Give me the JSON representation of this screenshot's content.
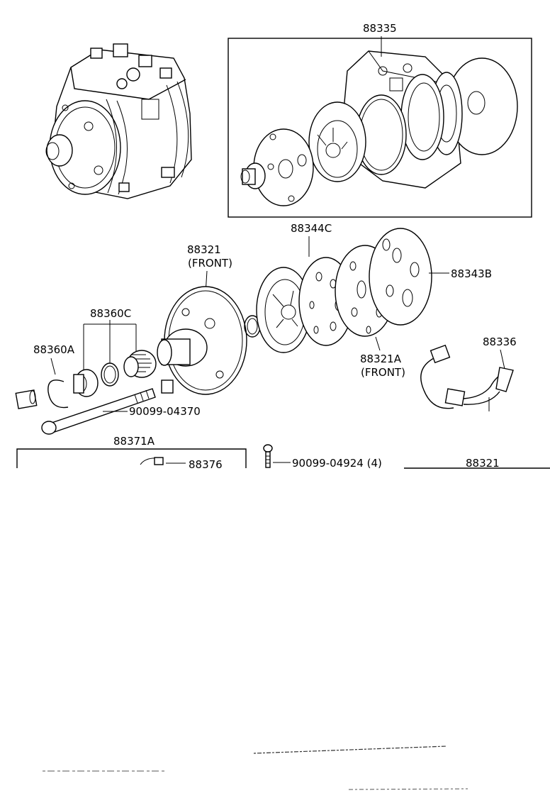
{
  "labels": {
    "top_assembly": "88335",
    "front_housing": "88321",
    "front_housing_note": "(FRONT)",
    "gasket_c": "88344C",
    "valve_plate_b": "88343B",
    "seal_kit_c": "88360C",
    "seal_kit_a": "88360A",
    "valve_plate_front": "88321A",
    "valve_plate_front_note": "(FRONT)",
    "thermo_switch": "88336",
    "through_bolt": "90099-04370",
    "clutch_assembly": "88371A",
    "clutch_part": "88376",
    "screw": "90099-04924 (4)",
    "housing_ref": "88321"
  }
}
